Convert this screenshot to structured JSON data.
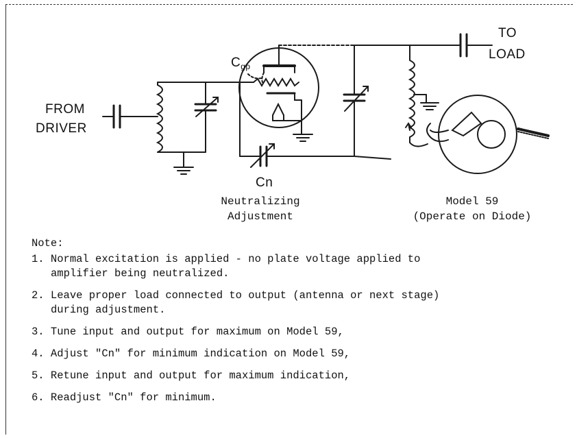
{
  "diagram": {
    "labels": {
      "from": "FROM",
      "driver": "DRIVER",
      "to": "TO",
      "load": "LOAD",
      "cgp": "C",
      "cgp_sub": "gp",
      "cn": "Cn"
    },
    "captions": {
      "left_line1": "Neutralizing",
      "left_line2": "Adjustment",
      "right_line1": "Model 59",
      "right_line2": "(Operate on Diode)"
    }
  },
  "notes": {
    "heading": "Note:",
    "items": [
      {
        "num": "1.",
        "line1": "Normal excitation is applied - no plate voltage applied to",
        "line2": "amplifier being neutralized."
      },
      {
        "num": "2.",
        "line1": "Leave proper load connected to output (antenna or next stage)",
        "line2": "during adjustment."
      },
      {
        "num": "3.",
        "line1": "Tune input and output for maximum on Model 59,",
        "line2": ""
      },
      {
        "num": "4.",
        "line1": "Adjust \"Cn\" for minimum indication on Model 59,",
        "line2": ""
      },
      {
        "num": "5.",
        "line1": "Retune input and output for maximum indication,",
        "line2": ""
      },
      {
        "num": "6.",
        "line1": "Readjust \"Cn\" for minimum.",
        "line2": ""
      }
    ]
  }
}
